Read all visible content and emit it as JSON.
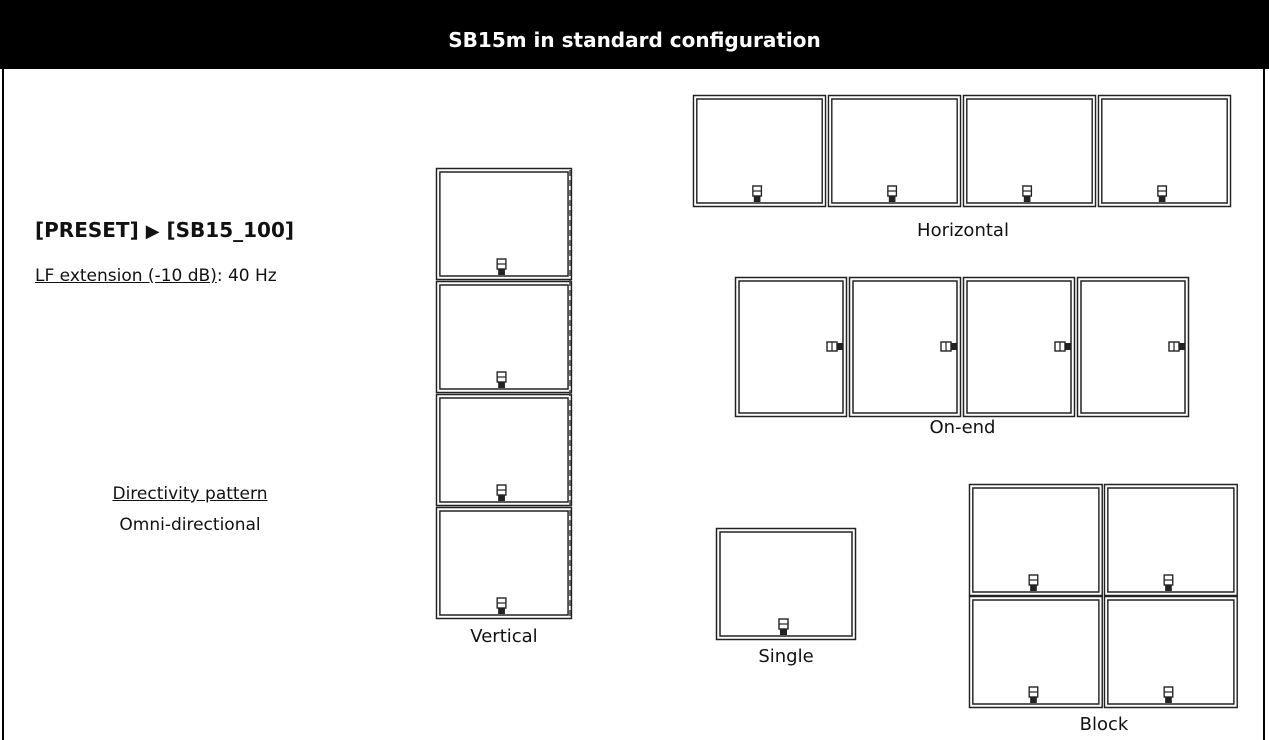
{
  "header": {
    "title": "SB15m in standard configuration"
  },
  "preset": {
    "open": "[PRESET]",
    "arrow": "▶",
    "value": "[SB15_100]"
  },
  "lf_extension": {
    "label": "LF extension (-10 dB)",
    "value": ": 40 Hz"
  },
  "directivity": {
    "title": "Directivity pattern",
    "value": "Omni-directional"
  },
  "configurations": {
    "vertical": "Vertical",
    "horizontal": "Horizontal",
    "on_end": "On-end",
    "single": "Single",
    "block": "Block"
  },
  "colors": {
    "header_bg": "#000000",
    "header_text": "#ffffff",
    "line": "#222222"
  }
}
